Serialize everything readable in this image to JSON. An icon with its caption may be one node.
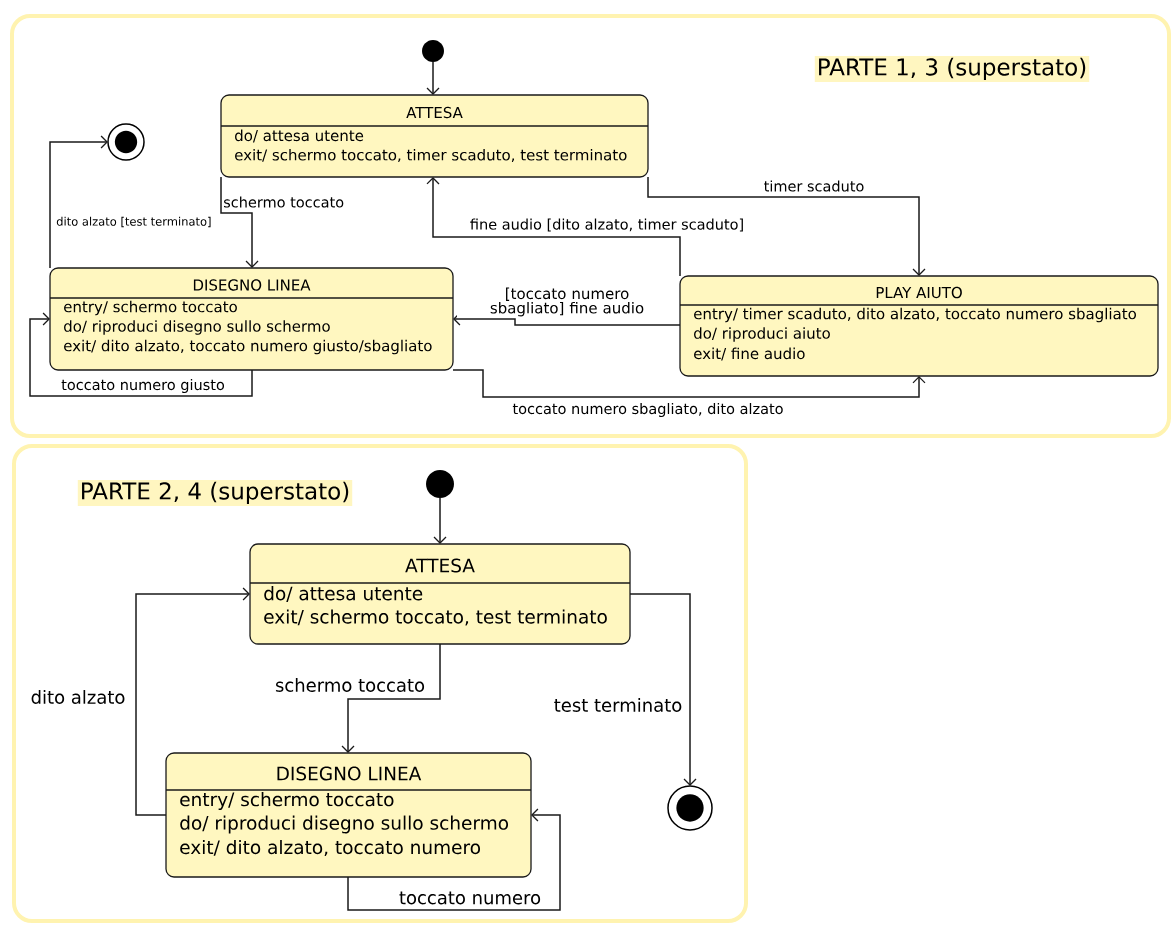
{
  "diagram": {
    "nodes": [
      {
        "text": [
          "PARTE 1, 3 (superstato)"
        ]
      },
      {
        "text": [],
        "shape": "circle",
        "in": 0
      },
      {
        "text": [],
        "shape": "bullseye",
        "in": 0
      },
      {
        "text": [
          "ATTESA",
          "do/ attesa utente",
          "exit/ schermo toccato, timer scaduto, test terminato"
        ],
        "in": 0
      },
      {
        "text": [
          "DISEGNO LINEA",
          "entry/ schermo toccato",
          "do/ riproduci disegno sullo schermo",
          "exit/ dito alzato, toccato numero giusto/sbagliato"
        ],
        "in": 0
      },
      {
        "text": [
          "PLAY AIUTO",
          "entry/ timer scaduto, dito alzato, toccato numero sbagliato",
          "do/ riproduci aiuto",
          "exit/ fine audio"
        ],
        "in": 0
      },
      {
        "text": [
          "PARTE 2, 4 (superstato)"
        ]
      },
      {
        "text": [],
        "shape": "circle",
        "in": 6
      },
      {
        "text": [
          "ATTESA",
          "do/ attesa utente",
          "exit/ schermo toccato, test terminato"
        ],
        "in": 6
      },
      {
        "text": [
          "DISEGNO LINEA",
          "entry/ schermo toccato",
          "do/ riproduci disegno sullo schermo",
          "exit/ dito alzato, toccato numero"
        ],
        "in": 6
      },
      {
        "text": [],
        "shape": "bullseye",
        "in": 6
      }
    ],
    "edges": [
      {
        "from": 1,
        "to": 3,
        "arrow": "to"
      },
      {
        "from": 3,
        "to": 4,
        "arrow": "to",
        "label": "schermo toccato"
      },
      {
        "from": 4,
        "to": 2,
        "arrow": "to",
        "label": "dito alzato [test terminato]"
      },
      {
        "from": 3,
        "to": 5,
        "arrow": "to",
        "label": "timer scaduto"
      },
      {
        "from": 5,
        "to": 3,
        "arrow": "to",
        "label": "fine audio [dito alzato, timer scaduto]"
      },
      {
        "from": 5,
        "to": 4,
        "arrow": "to",
        "label": "[toccato numero sbagliato] fine audio"
      },
      {
        "from": 4,
        "to": 4,
        "arrow": "to",
        "label": "toccato numero giusto"
      },
      {
        "from": 4,
        "to": 5,
        "arrow": "to",
        "label": "toccato numero sbagliato, dito alzato"
      },
      {
        "from": 7,
        "to": 8,
        "arrow": "to"
      },
      {
        "from": 8,
        "to": 9,
        "arrow": "to",
        "label": "schermo toccato"
      },
      {
        "from": 9,
        "to": 8,
        "arrow": "to",
        "label": "dito alzato"
      },
      {
        "from": 8,
        "to": 10,
        "arrow": "to",
        "label": "test terminato"
      },
      {
        "from": 9,
        "to": 9,
        "arrow": "to",
        "label": "toccato numero"
      }
    ]
  }
}
